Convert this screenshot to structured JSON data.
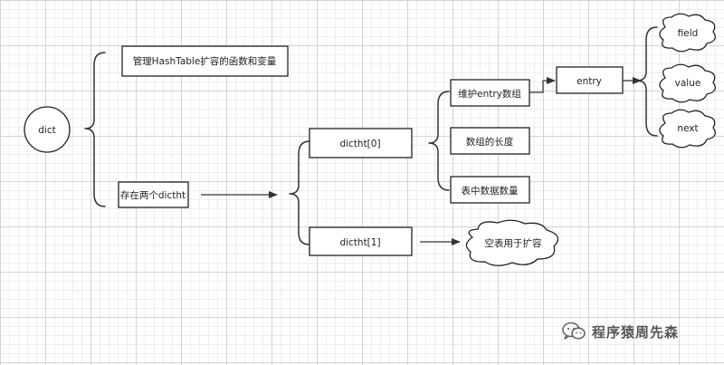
{
  "nodes": {
    "dict": "dict",
    "hashtable_funcs": "管理HashTable扩容的函数和变量",
    "two_dictht": "存在两个dictht",
    "dictht0": "dictht[0]",
    "dictht1": "dictht[1]",
    "maintain_entry": "维护entry数组",
    "array_length": "数组的长度",
    "table_count": "表中数据数量",
    "entry": "entry",
    "empty_table": "空表用于扩容",
    "field": "field",
    "value": "value",
    "next": "next"
  },
  "watermark": {
    "text": "程序猿周先森"
  },
  "icons": {
    "watermark_logo": "wechat-icon"
  },
  "colors": {
    "line": "#333333",
    "grid": "#d4d4d4",
    "watermark": "#555555"
  }
}
